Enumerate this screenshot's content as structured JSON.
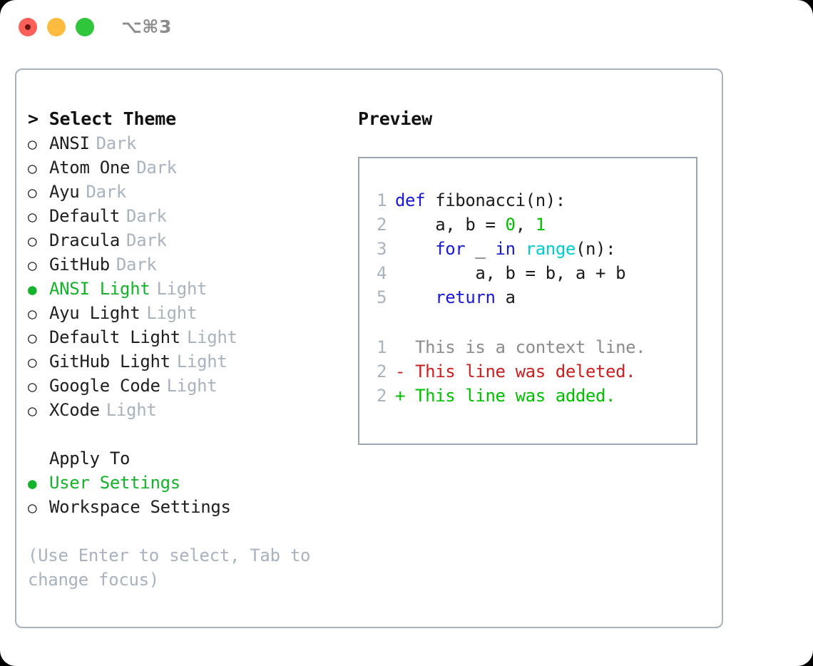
{
  "window": {
    "shortcut_label": "⌥⌘3",
    "traffic_lights": [
      {
        "name": "close",
        "color": "#fc6058"
      },
      {
        "name": "minimize",
        "color": "#fdbc40"
      },
      {
        "name": "maximize",
        "color": "#2fc63c"
      }
    ]
  },
  "theme_picker": {
    "heading": "> Select Theme",
    "bullet_unselected": "○",
    "bullet_selected": "●",
    "items": [
      {
        "label": "ANSI",
        "meta": "Dark",
        "selected": false
      },
      {
        "label": "Atom One",
        "meta": "Dark",
        "selected": false
      },
      {
        "label": "Ayu",
        "meta": "Dark",
        "selected": false
      },
      {
        "label": "Default",
        "meta": "Dark",
        "selected": false
      },
      {
        "label": "Dracula",
        "meta": "Dark",
        "selected": false
      },
      {
        "label": "GitHub",
        "meta": "Dark",
        "selected": false
      },
      {
        "label": "ANSI Light",
        "meta": "Light",
        "selected": true
      },
      {
        "label": "Ayu Light",
        "meta": "Light",
        "selected": false
      },
      {
        "label": "Default Light",
        "meta": "Light",
        "selected": false
      },
      {
        "label": "GitHub Light",
        "meta": "Light",
        "selected": false
      },
      {
        "label": "Google Code",
        "meta": "Light",
        "selected": false
      },
      {
        "label": "XCode",
        "meta": "Light",
        "selected": false
      }
    ]
  },
  "apply_to": {
    "heading": "Apply To",
    "items": [
      {
        "label": "User Settings",
        "selected": true
      },
      {
        "label": "Workspace Settings",
        "selected": false
      }
    ]
  },
  "hint": "(Use Enter to select, Tab to change focus)",
  "preview": {
    "title": "Preview",
    "code_lines": [
      {
        "no": "1",
        "segments": [
          {
            "text": "def",
            "style": "kw"
          },
          {
            "text": " fibonacci(n):",
            "style": "plain"
          }
        ]
      },
      {
        "no": "2",
        "segments": [
          {
            "text": "    a, b = ",
            "style": "plain"
          },
          {
            "text": "0",
            "style": "num"
          },
          {
            "text": ", ",
            "style": "plain"
          },
          {
            "text": "1",
            "style": "num"
          }
        ]
      },
      {
        "no": "3",
        "segments": [
          {
            "text": "    ",
            "style": "plain"
          },
          {
            "text": "for",
            "style": "kw"
          },
          {
            "text": " _ ",
            "style": "plain"
          },
          {
            "text": "in",
            "style": "kw"
          },
          {
            "text": " ",
            "style": "plain"
          },
          {
            "text": "range",
            "style": "fn"
          },
          {
            "text": "(n):",
            "style": "plain"
          }
        ]
      },
      {
        "no": "4",
        "segments": [
          {
            "text": "        a, b = b, a + b",
            "style": "plain"
          }
        ]
      },
      {
        "no": "5",
        "segments": [
          {
            "text": "    ",
            "style": "plain"
          },
          {
            "text": "return",
            "style": "kw"
          },
          {
            "text": " a",
            "style": "plain"
          }
        ]
      }
    ],
    "diff_lines": [
      {
        "no": "1",
        "marker": " ",
        "text": " This is a context line.",
        "style": "ctx"
      },
      {
        "no": "2",
        "marker": "-",
        "text": " This line was deleted.",
        "style": "del"
      },
      {
        "no": "2",
        "marker": "+",
        "text": " This line was added.",
        "style": "add"
      }
    ]
  },
  "colors": {
    "accent_green": "#15b32b",
    "muted": "#a9b2be",
    "keyword_blue": "#1a1ad6",
    "number_green": "#00c000",
    "function_cyan": "#00cfd1",
    "diff_delete_red": "#cc1f1f",
    "diff_add_green": "#00c000",
    "panel_border": "#a8b2bd",
    "preview_border": "#9aa5b1"
  }
}
